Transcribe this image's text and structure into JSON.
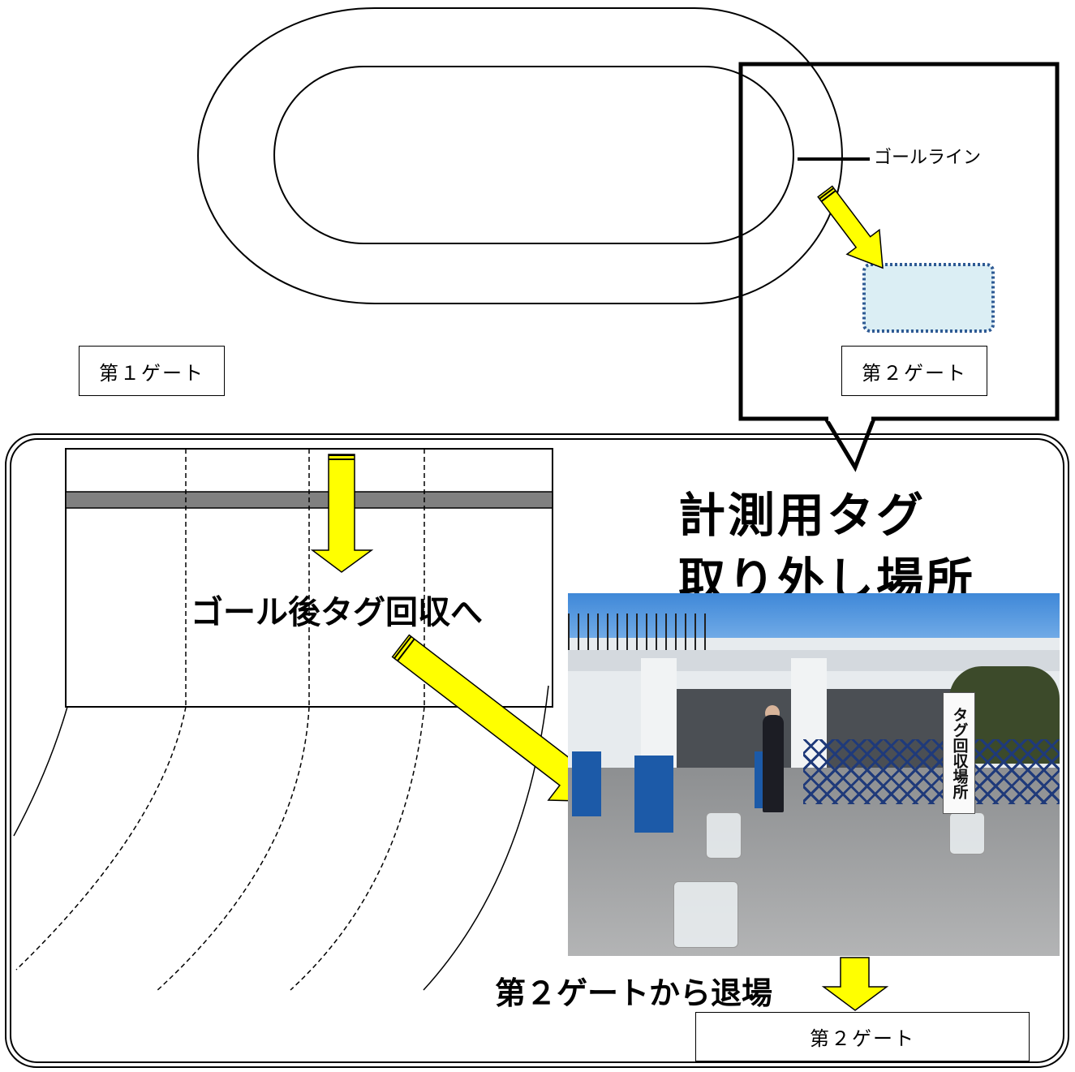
{
  "labels": {
    "goal_line": "ゴールライン",
    "gate1": "第１ゲート",
    "gate2_top": "第２ゲート",
    "gate2_bottom": "第２ゲート",
    "title_line1": "計測用タグ",
    "title_line2": "取り外し場所",
    "after_goal": "ゴール後タグ回収へ",
    "exit": "第２ゲートから退場",
    "photo_sign": "タグ回収場所"
  },
  "colors": {
    "arrow_fill": "#ffff00",
    "zone_fill": "#dbeef4",
    "zone_border": "#2e5a94",
    "finish_band": "#808080"
  }
}
